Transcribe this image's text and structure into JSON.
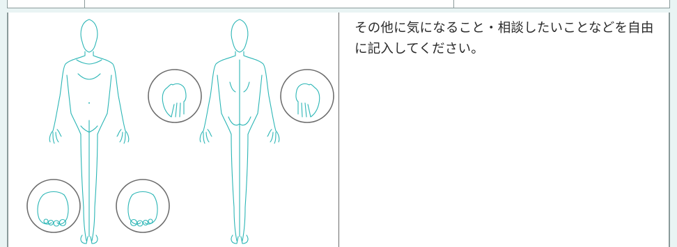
{
  "form": {
    "free_note_prompt": "その他に気になること・相談したいことなどを自由に記入してください。"
  },
  "diagram": {
    "figure_views": [
      "front",
      "back"
    ],
    "inset_views": [
      "right-hand",
      "left-hand",
      "right-foot",
      "left-foot"
    ],
    "line_color": "#2ab5b5",
    "circle_color": "#6b6b6b"
  }
}
